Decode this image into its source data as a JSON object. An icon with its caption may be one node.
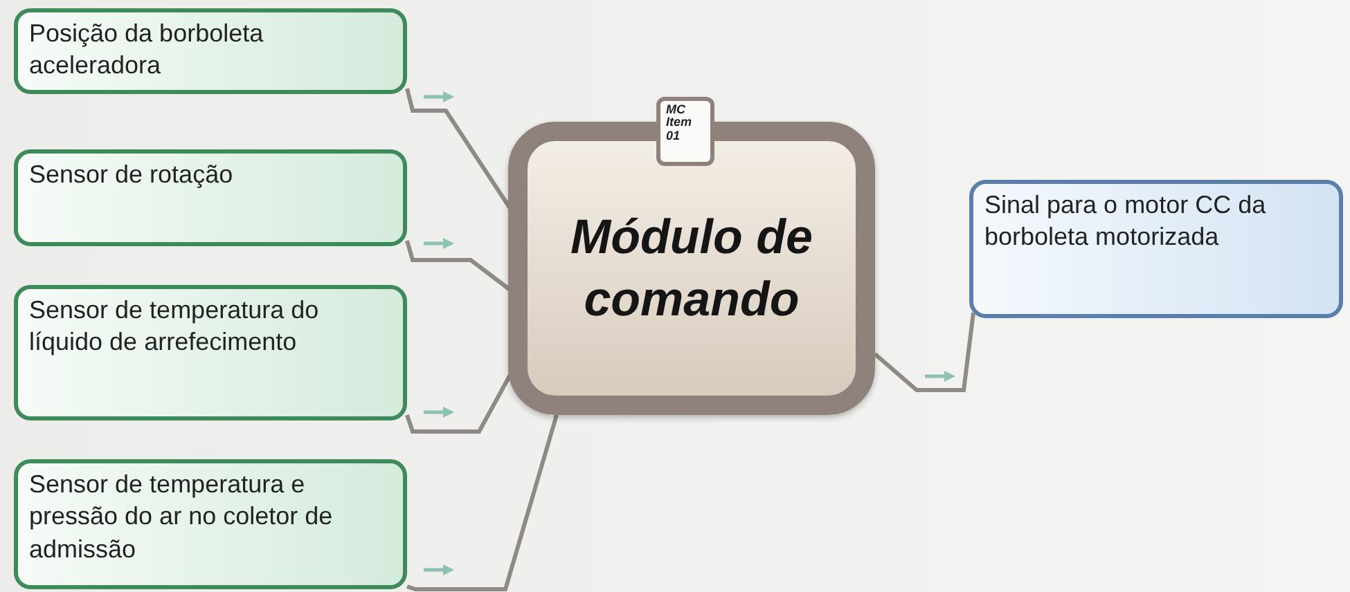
{
  "diagram": {
    "nodes": [
      {
        "text": [
          "Posição da borboleta aceleradora"
        ]
      },
      {
        "text": [
          "Sensor de rotação"
        ]
      },
      {
        "text": [
          "Sensor de temperatura do líquido de arrefecimento"
        ]
      },
      {
        "text": [
          "Sensor de temperatura e pressão do ar no coletor de admissão"
        ]
      },
      {
        "text": [
          "Módulo de comando"
        ]
      },
      {
        "text": [
          "MC Item 01"
        ]
      },
      {
        "text": [
          "Sinal para o motor CC da borboleta motorizada"
        ]
      }
    ],
    "edges": [
      {
        "from": 0,
        "to": 4,
        "arrow": "none"
      },
      {
        "from": 1,
        "to": 4,
        "arrow": "none"
      },
      {
        "from": 2,
        "to": 4,
        "arrow": "none"
      },
      {
        "from": 3,
        "to": 4,
        "arrow": "none"
      },
      {
        "from": 4,
        "to": 6,
        "arrow": "none"
      }
    ]
  }
}
